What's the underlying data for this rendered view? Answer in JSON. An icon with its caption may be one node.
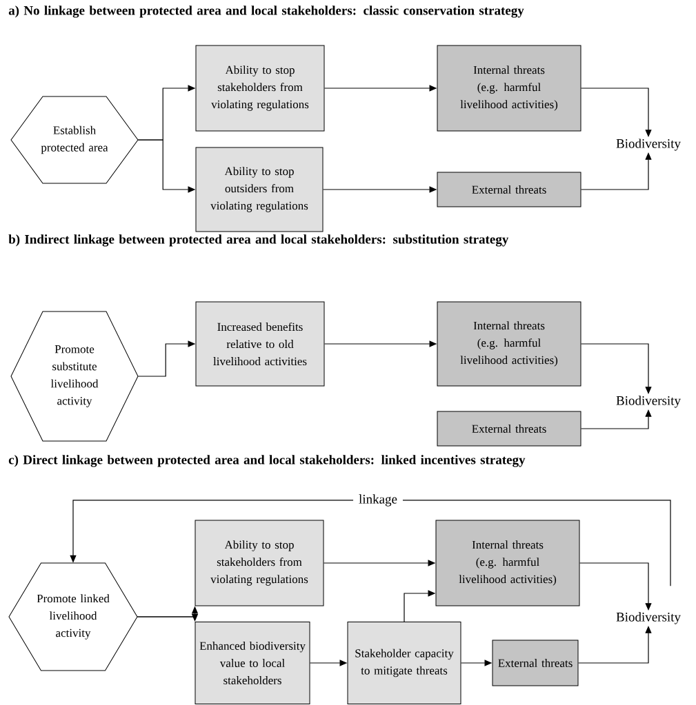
{
  "diagram": {
    "nodes": [
      {
        "text": [
          "Establish protected area"
        ]
      },
      {
        "text": [
          "Ability to stop stakeholders from violating regulations"
        ]
      },
      {
        "text": [
          "Internal threats (e.g. harmful livelihood activities)"
        ]
      },
      {
        "text": [
          "Biodiversity"
        ]
      },
      {
        "text": [
          "Ability to stop outsiders from violating regulations"
        ]
      },
      {
        "text": [
          "External threats"
        ]
      },
      {
        "text": [
          "Promote substitute livelihood activity"
        ]
      },
      {
        "text": [
          "Increased benefits relative to old livelihood activities"
        ]
      },
      {
        "text": [
          "Internal threats (e.g. harmful livelihood activities)"
        ]
      },
      {
        "text": [
          "Biodiversity"
        ]
      },
      {
        "text": [
          "External threats"
        ]
      },
      {
        "text": [
          "Promote linked livelihood activity"
        ]
      },
      {
        "text": [
          "Ability to stop stakeholders from violating regulations"
        ]
      },
      {
        "text": [
          "Internal threats (e.g. harmful livelihood activities)"
        ]
      },
      {
        "text": [
          "Biodiversity"
        ]
      },
      {
        "text": [
          "Enhanced biodiversity value to local stakeholders"
        ]
      },
      {
        "text": [
          "Stakeholder capacity to mitigate threats"
        ]
      },
      {
        "text": [
          "External threats"
        ]
      }
    ],
    "edges": [
      {
        "from": 0,
        "to": 1,
        "arrow": "to"
      },
      {
        "from": 0,
        "to": 4,
        "arrow": "to"
      },
      {
        "from": 1,
        "to": 2,
        "arrow": "to"
      },
      {
        "from": 4,
        "to": 5,
        "arrow": "to"
      },
      {
        "from": 2,
        "to": 3,
        "arrow": "to"
      },
      {
        "from": 5,
        "to": 3,
        "arrow": "to"
      },
      {
        "from": 6,
        "to": 7,
        "arrow": "to"
      },
      {
        "from": 7,
        "to": 8,
        "arrow": "to"
      },
      {
        "from": 8,
        "to": 9,
        "arrow": "to"
      },
      {
        "from": 10,
        "to": 9,
        "arrow": "to"
      },
      {
        "from": 11,
        "to": 12,
        "arrow": "to"
      },
      {
        "from": 11,
        "to": 15,
        "arrow": "to"
      },
      {
        "from": 12,
        "to": 13,
        "arrow": "to"
      },
      {
        "from": 15,
        "to": 16,
        "arrow": "to"
      },
      {
        "from": 16,
        "to": 13,
        "arrow": "to"
      },
      {
        "from": 16,
        "to": 17,
        "arrow": "to"
      },
      {
        "from": 13,
        "to": 14,
        "arrow": "to"
      },
      {
        "from": 17,
        "to": 14,
        "arrow": "to"
      },
      {
        "from": 14,
        "to": 11,
        "arrow": "to",
        "label": "linkage"
      }
    ],
    "labels": [
      "a) No linkage between protected area and local stakeholders: classic conservation strategy",
      "b) Indirect linkage between protected area and local stakeholders: substitution strategy",
      "c) Direct linkage between protected area and local stakeholders: linked incentives strategy"
    ]
  }
}
